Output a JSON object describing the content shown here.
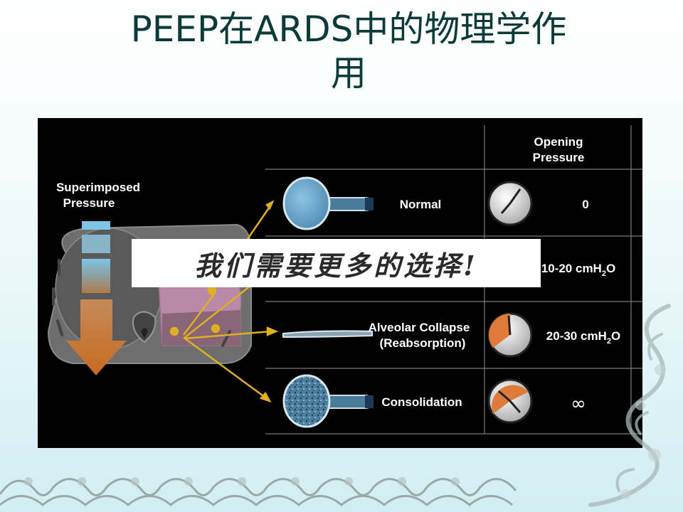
{
  "slide": {
    "title_line1": "PEEP在ARDS中的物理学作",
    "title_line2": "用"
  },
  "figure": {
    "header_opening": "Opening",
    "header_pressure": "Pressure",
    "superimposed_line1": "Superimposed",
    "superimposed_line2": "Pressure",
    "rows": [
      {
        "label1": "Normal",
        "label2": "",
        "pressure": "0"
      },
      {
        "label1": "",
        "label2": "",
        "pressure": "10-20 cmH",
        "sub": "2",
        "unit": "O"
      },
      {
        "label1": "Alveolar Collapse",
        "label2": "(Reabsorption)",
        "pressure": "20-30 cmH",
        "sub": "2",
        "unit": "O"
      },
      {
        "label1": "Consolidation",
        "label2": "",
        "pressure": "∞"
      }
    ]
  },
  "overlay": {
    "text": "我们需要更多的选择!"
  },
  "colors": {
    "title": "#0a3a3a",
    "alveolus_blue": "#6fa9c9",
    "arrow_yellow": "#e0b020",
    "gauge_orange": "#e07a3a",
    "lung_pink": "#b98aa8"
  }
}
